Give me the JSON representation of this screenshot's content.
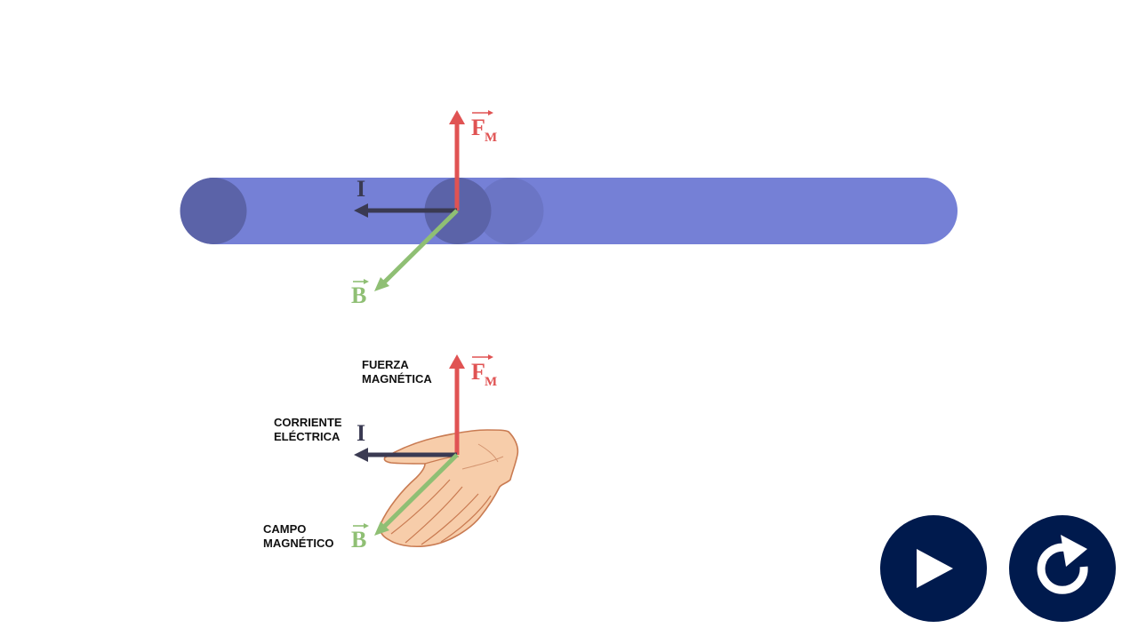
{
  "colors": {
    "wire": "#7580d6",
    "wire_end": "#5b63a8",
    "force": "#e05353",
    "current": "#3a3a52",
    "field": "#8fbf74",
    "skin": "#f7cdaa",
    "skin_outline": "#c97b52",
    "button": "#001a4d",
    "button_icon": "#ffffff"
  },
  "top_diagram": {
    "force_symbol": "F",
    "force_subscript": "M",
    "current_symbol": "I",
    "field_symbol": "B"
  },
  "hand_diagram": {
    "force_symbol": "F",
    "force_subscript": "M",
    "current_symbol": "I",
    "field_symbol": "B",
    "force_caption": [
      "FUERZA",
      "MAGNÉTICA"
    ],
    "current_caption": [
      "CORRIENTE",
      "ELÉCTRICA"
    ],
    "field_caption": [
      "CAMPO",
      "MAGNÉTICO"
    ]
  },
  "controls": {
    "play_icon": "play-icon",
    "replay_icon": "replay-icon"
  }
}
